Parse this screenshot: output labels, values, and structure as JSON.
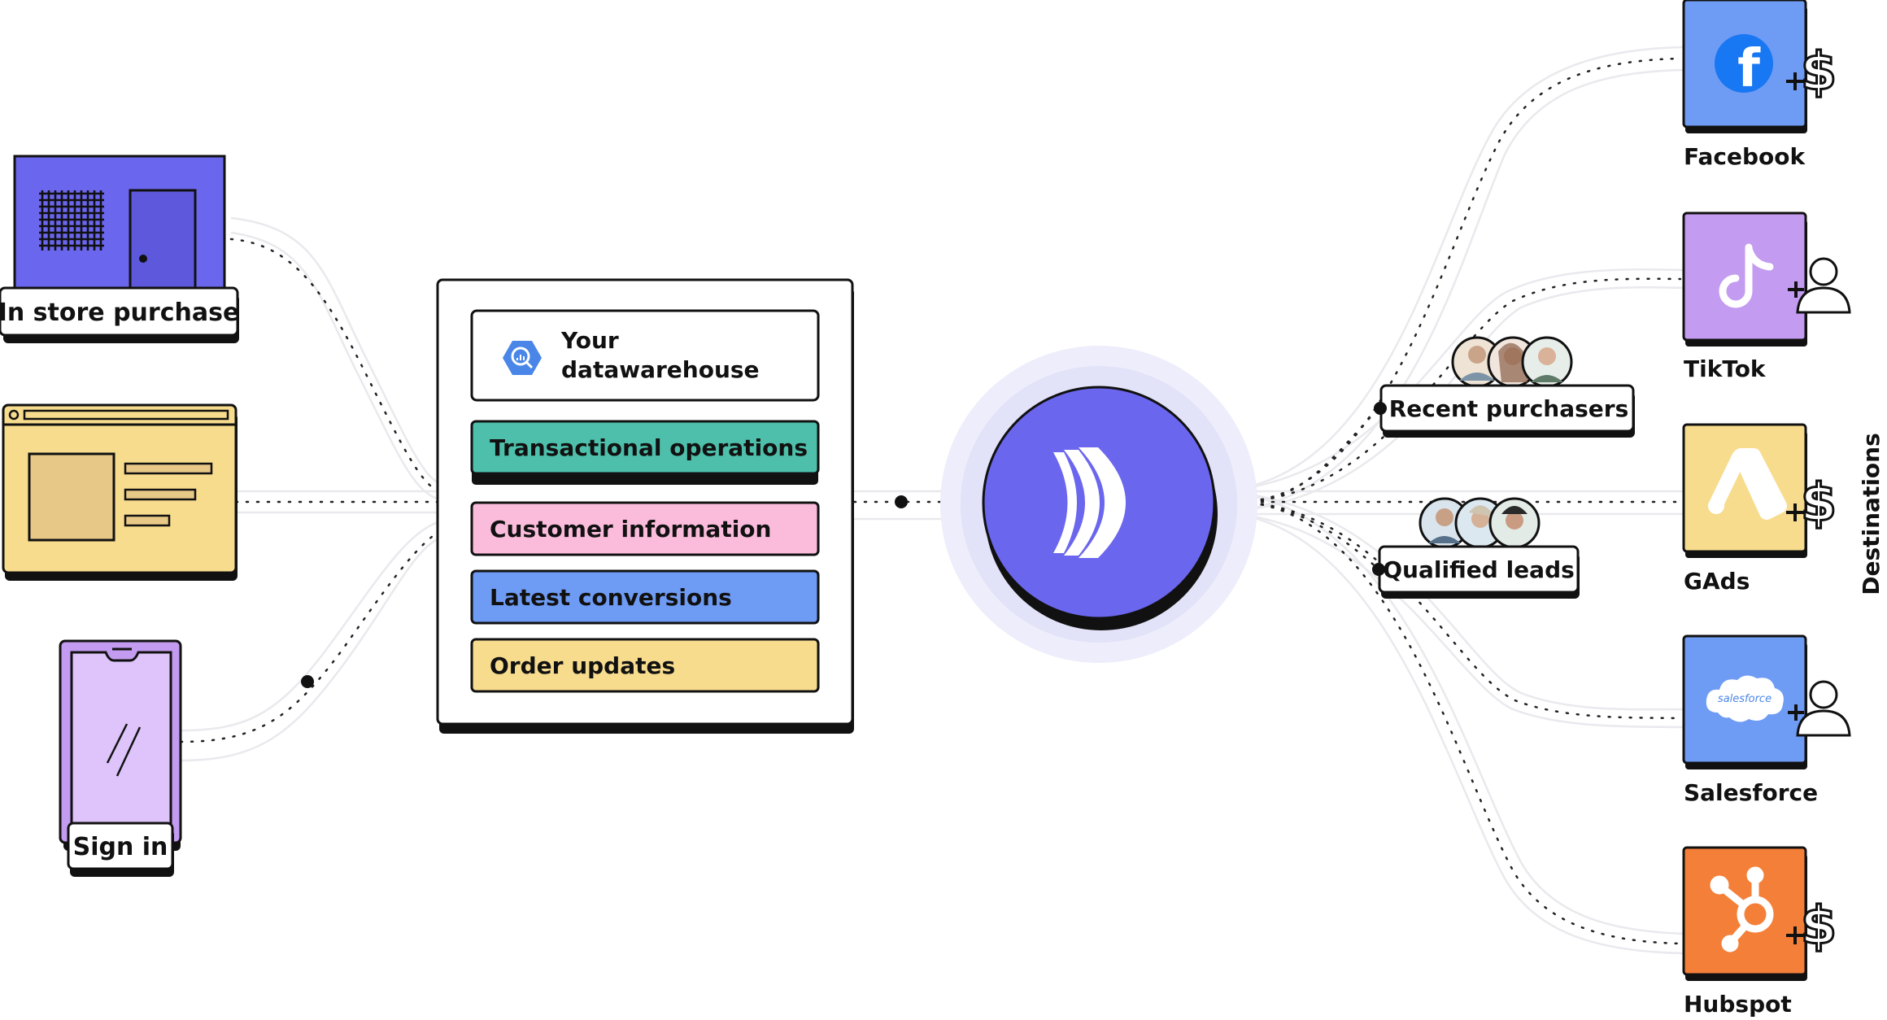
{
  "sources": {
    "store_label": "In store purchase",
    "signin_label": "Sign in"
  },
  "warehouse": {
    "title_line1": "Your",
    "title_line2": "datawarehouse",
    "tables": [
      {
        "label": "Transactional operations",
        "color": "#4DBFAA"
      },
      {
        "label": "Customer information",
        "color": "#FBBCDC"
      },
      {
        "label": "Latest conversions",
        "color": "#6E9BF4"
      },
      {
        "label": "Order updates",
        "color": "#F7DC8E"
      }
    ]
  },
  "hub": {
    "color": "#6B66EE",
    "halo": "#EDEDFB"
  },
  "audiences": [
    {
      "label": "Recent purchasers"
    },
    {
      "label": "Qualified leads"
    }
  ],
  "destinations_title": "Destinations",
  "destinations": [
    {
      "label": "Facebook",
      "color": "#6E9BF4",
      "icon": "facebook-icon",
      "badge": "dollar-plus-icon"
    },
    {
      "label": "TikTok",
      "color": "#C39BF0",
      "icon": "tiktok-icon",
      "badge": "user-plus-icon"
    },
    {
      "label": "GAds",
      "color": "#F7DC8E",
      "icon": "google-ads-icon",
      "badge": "dollar-plus-icon"
    },
    {
      "label": "Salesforce",
      "color": "#6E9BF4",
      "icon": "salesforce-icon",
      "badge": "user-plus-icon"
    },
    {
      "label": "Hubspot",
      "color": "#F47F38",
      "icon": "hubspot-icon",
      "badge": "dollar-plus-icon"
    }
  ],
  "icon_texts": {
    "facebook_glyph": "f",
    "salesforce_text": "salesforce",
    "dollar_sign": "$"
  }
}
